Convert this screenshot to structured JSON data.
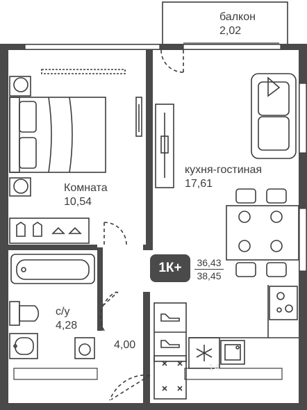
{
  "rooms": {
    "balcony": {
      "name": "балкон",
      "area": "2,02"
    },
    "kitchen_living": {
      "name": "кухня-гостиная",
      "area": "17,61"
    },
    "bedroom": {
      "name": "Комната",
      "area": "10,54"
    },
    "bathroom": {
      "name": "с/у",
      "area": "4,28"
    },
    "hallway": {
      "area": "4,00"
    }
  },
  "summary": {
    "type_label": "1К+",
    "living_area": "36,43",
    "total_area": "38,45"
  },
  "watermark": "14",
  "colors": {
    "wall": "#4a4a4a",
    "line": "#3c3c3c",
    "badge_bg": "#4a4a4a",
    "badge_text": "#ffffff"
  },
  "icons": [
    "bed-icon",
    "sofa-icon",
    "dining-table-icon",
    "tv-icon",
    "wardrobe-icon",
    "bathtub-icon",
    "toilet-icon",
    "sink-icon",
    "washing-machine-icon",
    "shoe-rack-icon",
    "stove-icon",
    "fridge-icon",
    "kitchen-sink-icon",
    "cooktop-icon"
  ]
}
